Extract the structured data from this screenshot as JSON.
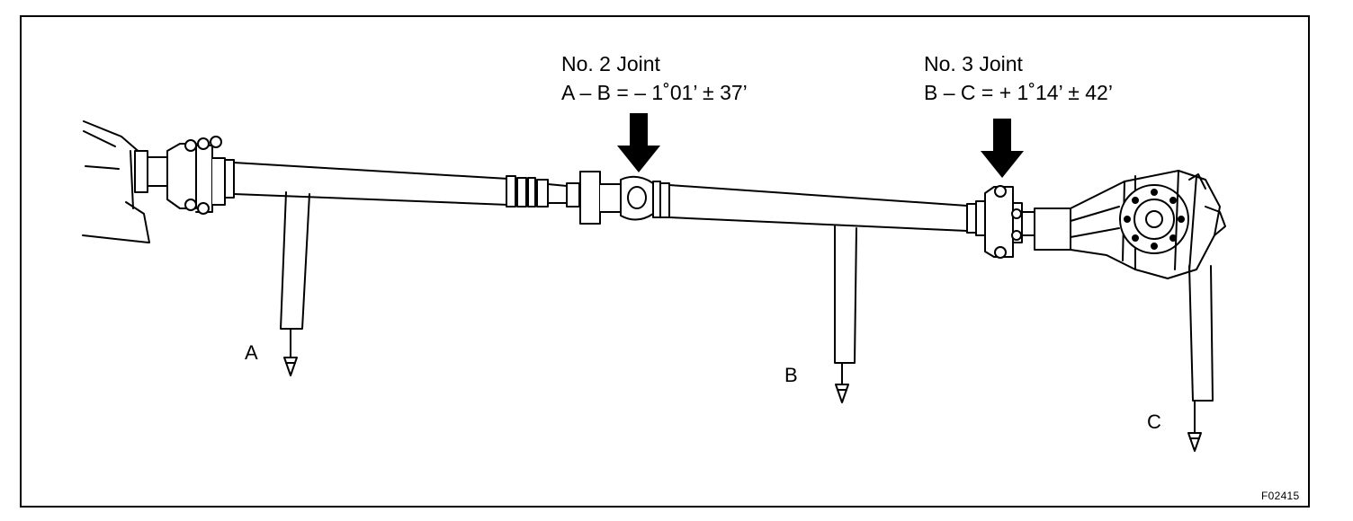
{
  "joints": [
    {
      "title": "No. 2 Joint",
      "spec": "A – B = – 1˚01’ ± 37’"
    },
    {
      "title": "No. 3 Joint",
      "spec": "B – C = + 1˚14’ ± 42’"
    }
  ],
  "measure_points": [
    "A",
    "B",
    "C"
  ],
  "figure_code": "F02415"
}
